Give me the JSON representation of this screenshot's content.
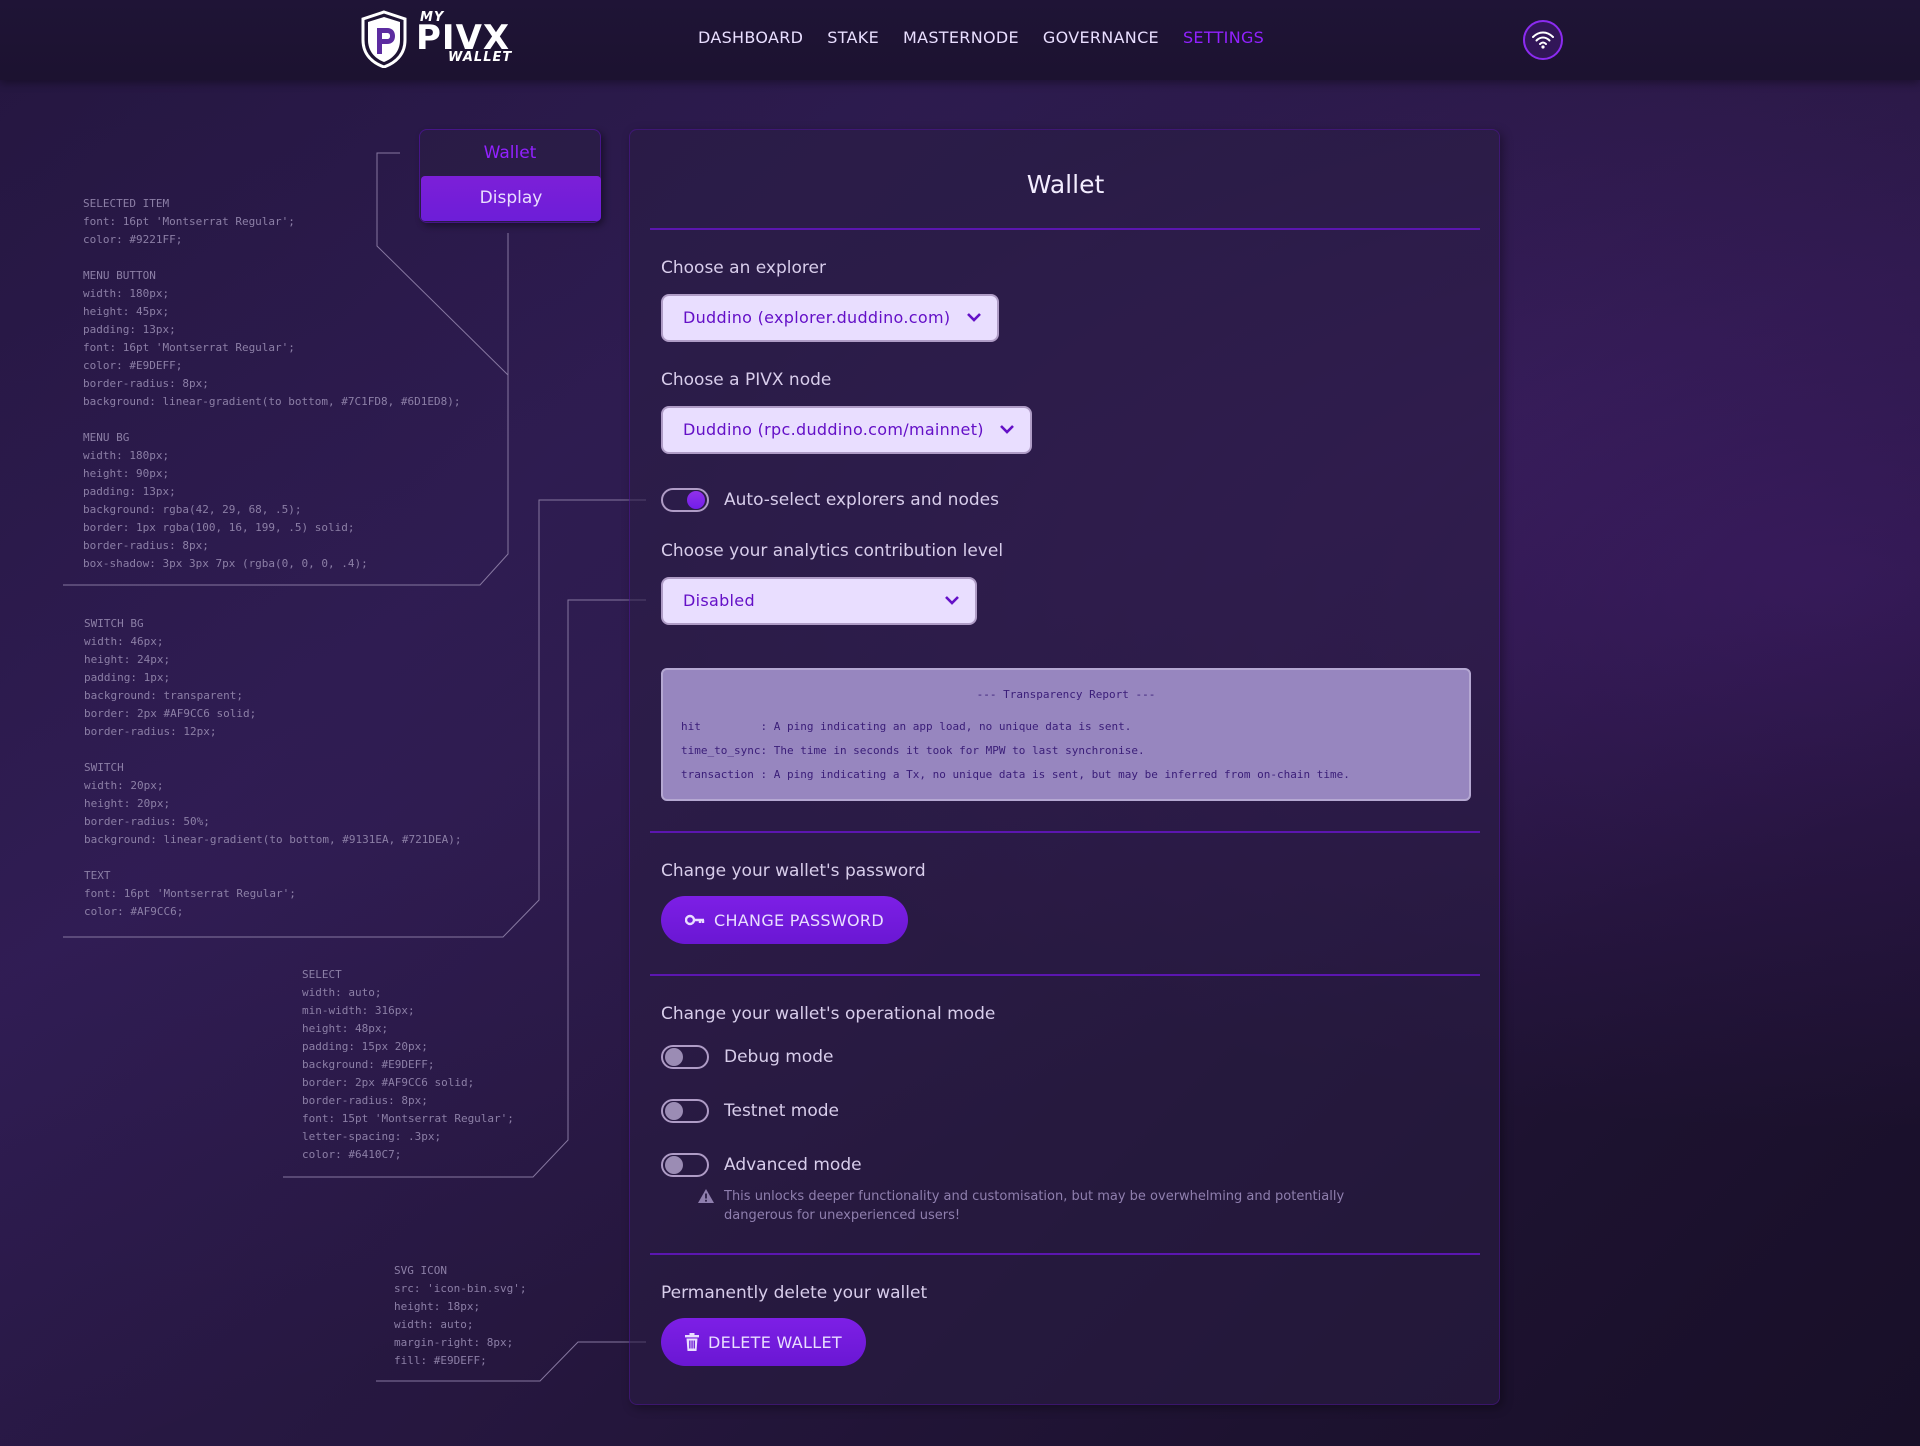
{
  "logo": {
    "my": "MY",
    "brand": "PIVX",
    "sub": "WALLET"
  },
  "nav": {
    "links": [
      "DASHBOARD",
      "STAKE",
      "MASTERNODE",
      "GOVERNANCE",
      "SETTINGS"
    ],
    "active": "SETTINGS",
    "network_icon": "wifi-icon"
  },
  "menu": {
    "wallet": "Wallet",
    "display": "Display"
  },
  "card": {
    "title": "Wallet",
    "explorer": {
      "label": "Choose an explorer",
      "value": "Duddino (explorer.duddino.com)"
    },
    "node": {
      "label": "Choose a PIVX node",
      "value": "Duddino (rpc.duddino.com/mainnet)"
    },
    "auto_select": {
      "label": "Auto-select explorers and nodes",
      "on": true
    },
    "analytics": {
      "label": "Choose your analytics contribution level",
      "value": "Disabled"
    },
    "report": {
      "title": "--- Transparency Report ---",
      "lines": [
        "hit         : A ping indicating an app load, no unique data is sent.",
        "time_to_sync: The time in seconds it took for MPW to last synchronise.",
        "transaction : A ping indicating a Tx, no unique data is sent, but may be inferred from on-chain time."
      ]
    },
    "password": {
      "label": "Change your wallet's password",
      "button": "CHANGE PASSWORD",
      "icon": "key-icon"
    },
    "mode": {
      "label": "Change your wallet's operational mode",
      "debug": "Debug mode",
      "testnet": "Testnet mode",
      "advanced": "Advanced mode",
      "warning": "This unlocks deeper functionality and customisation, but may be overwhelming and potentially dangerous for unexperienced users!"
    },
    "delete": {
      "label": "Permanently delete your wallet",
      "button": "DELETE WALLET",
      "icon": "trash-icon"
    }
  },
  "annotations": {
    "menu": "SELECTED ITEM\nfont: 16pt 'Montserrat Regular';\ncolor: #9221FF;\n\nMENU BUTTON\nwidth: 180px;\nheight: 45px;\npadding: 13px;\nfont: 16pt 'Montserrat Regular';\ncolor: #E9DEFF;\nborder-radius: 8px;\nbackground: linear-gradient(to bottom, #7C1FD8, #6D1ED8);\n\nMENU BG\nwidth: 180px;\nheight: 90px;\npadding: 13px;\nbackground: rgba(42, 29, 68, .5);\nborder: 1px rgba(100, 16, 199, .5) solid;\nborder-radius: 8px;\nbox-shadow: 3px 3px 7px (rgba(0, 0, 0, .4);",
    "switch": "SWITCH BG\nwidth: 46px;\nheight: 24px;\npadding: 1px;\nbackground: transparent;\nborder: 2px #AF9CC6 solid;\nborder-radius: 12px;\n\nSWITCH\nwidth: 20px;\nheight: 20px;\nborder-radius: 50%;\nbackground: linear-gradient(to bottom, #9131EA, #721DEA);\n\nTEXT\nfont: 16pt 'Montserrat Regular';\ncolor: #AF9CC6;",
    "select": "SELECT\nwidth: auto;\nmin-width: 316px;\nheight: 48px;\npadding: 15px 20px;\nbackground: #E9DEFF;\nborder: 2px #AF9CC6 solid;\nborder-radius: 8px;\nfont: 15pt 'Montserrat Regular';\nletter-spacing: .3px;\ncolor: #6410C7;",
    "svg": "SVG ICON\nsrc: 'icon-bin.svg';\nheight: 18px;\nwidth: auto;\nmargin-right: 8px;\nfill: #E9DEFF;"
  },
  "colors": {
    "accent": "#9221FF",
    "button_gradient": [
      "#7C1FD8",
      "#6D1ED8"
    ],
    "select_bg": "#E9DEFF",
    "select_text": "#6410C7",
    "switch_border": "#AF9CC6"
  }
}
